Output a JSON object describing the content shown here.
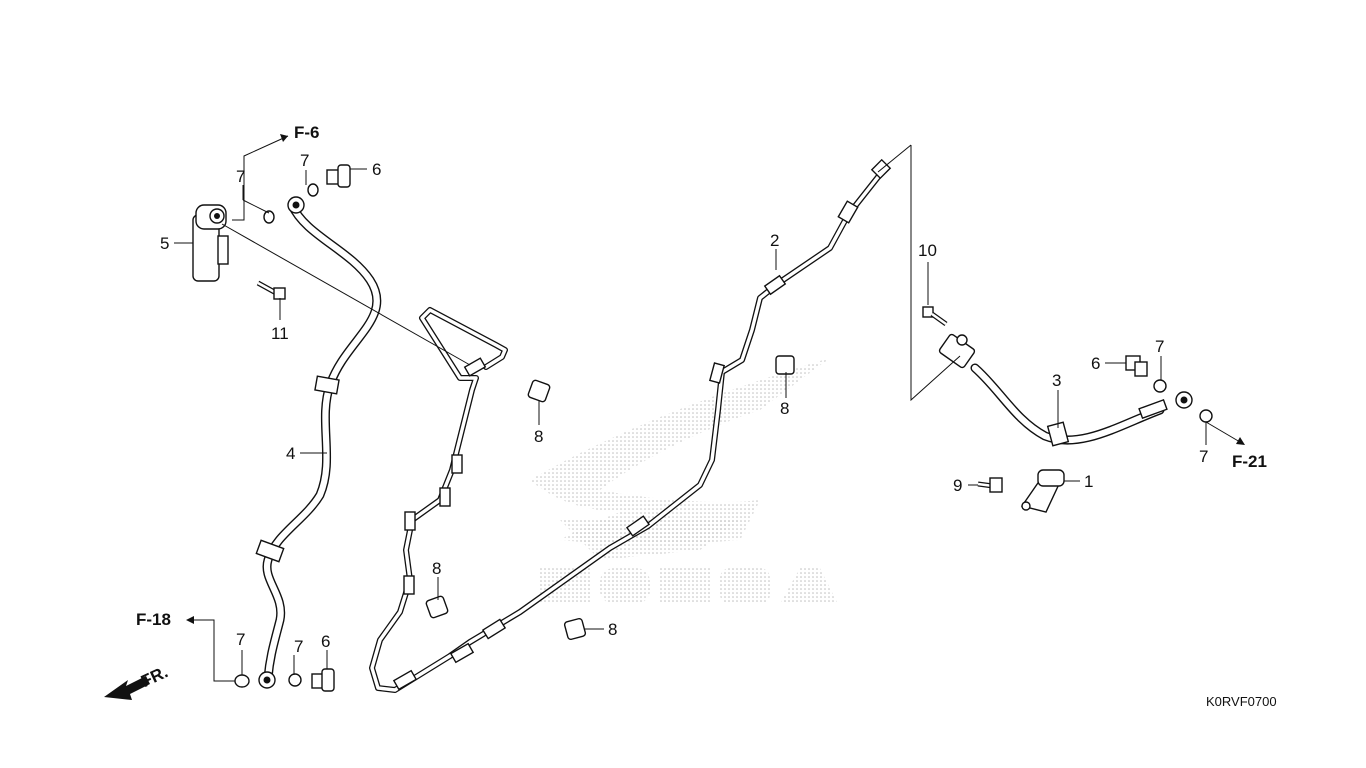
{
  "diagram_code": "K0RVF0700",
  "front_indicator": "FR.",
  "references": {
    "f6": "F-6",
    "f18": "F-18",
    "f21": "F-21"
  },
  "callouts": {
    "c1": "1",
    "c2": "2",
    "c3": "3",
    "c4": "4",
    "c5": "5",
    "c6a": "6",
    "c6b": "6",
    "c6c": "6",
    "c7a": "7",
    "c7b": "7",
    "c7c": "7",
    "c7d": "7",
    "c7e": "7",
    "c8a": "8",
    "c8b": "8",
    "c8c": "8",
    "c8d": "8",
    "c9": "9",
    "c10": "10",
    "c11": "11"
  },
  "watermark": "HONDA"
}
